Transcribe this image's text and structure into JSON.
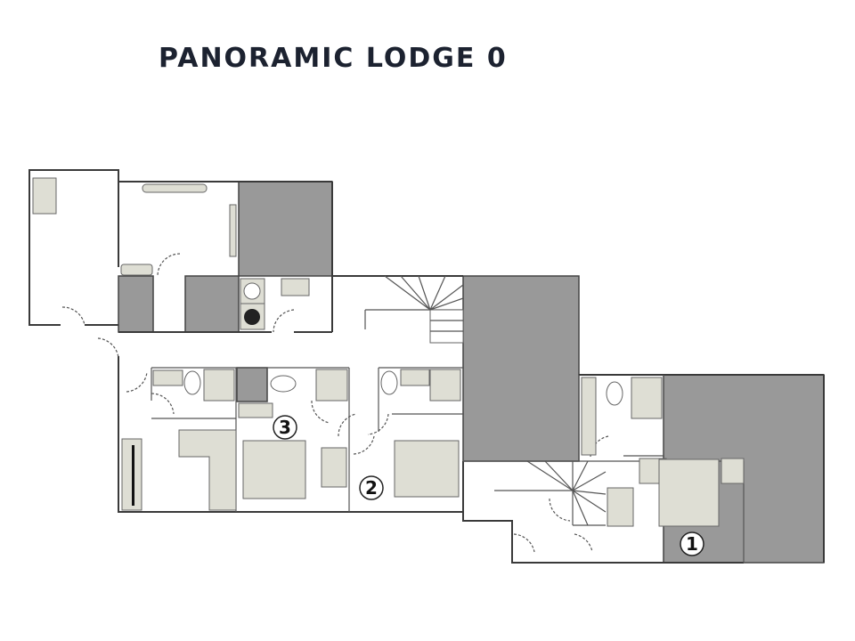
{
  "title": "PANORAMIC LODGE 0",
  "rooms": [
    {
      "number": "3"
    },
    {
      "number": "2"
    },
    {
      "number": "1"
    }
  ],
  "colors": {
    "title": "#1c2230",
    "structure": "#999999",
    "fixtures": "#deded4",
    "walls": "#3a3a3a"
  }
}
